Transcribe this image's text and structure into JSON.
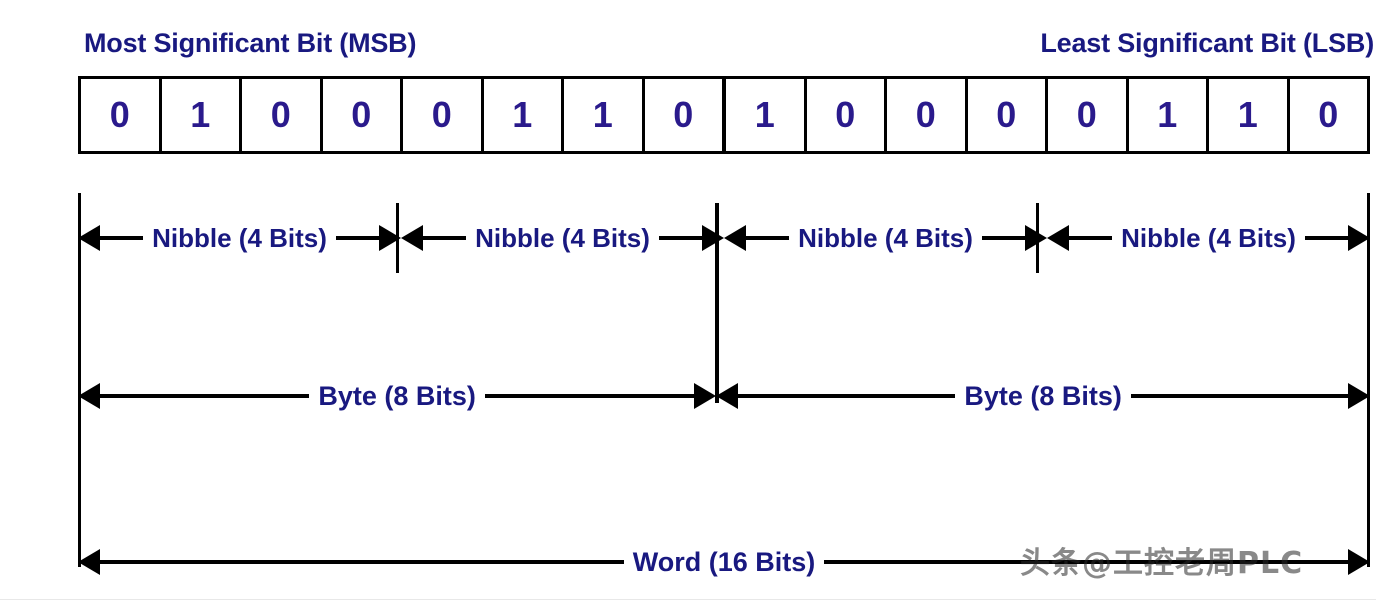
{
  "header": {
    "msb_label": "Most Significant Bit (MSB)",
    "lsb_label": "Least Significant Bit (LSB)"
  },
  "bits": [
    "0",
    "1",
    "0",
    "0",
    "0",
    "1",
    "1",
    "0",
    "1",
    "0",
    "0",
    "0",
    "0",
    "1",
    "1",
    "0"
  ],
  "nibbles": [
    {
      "label": "Nibble (4 Bits)"
    },
    {
      "label": "Nibble (4 Bits)"
    },
    {
      "label": "Nibble (4 Bits)"
    },
    {
      "label": "Nibble (4 Bits)"
    }
  ],
  "bytes": [
    {
      "label": "Byte (8 Bits)"
    },
    {
      "label": "Byte (8 Bits)"
    }
  ],
  "word": {
    "label": "Word (16 Bits)"
  },
  "watermark": {
    "text": "头条@工控老周PLC"
  },
  "colors": {
    "text_blue": "#191980",
    "bit_blue": "#2a1a8c",
    "line_black": "#000000",
    "background": "#ffffff"
  }
}
